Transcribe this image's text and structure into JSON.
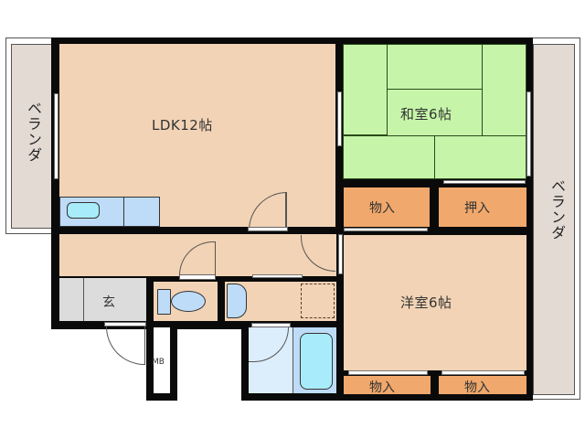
{
  "floorplan": {
    "rooms": {
      "ldk": {
        "label": "LDK12帖"
      },
      "washitsu": {
        "label": "和室6帖"
      },
      "youshitsu": {
        "label": "洋室6帖"
      },
      "storage_mono_upper": {
        "label": "物入"
      },
      "storage_oshiire": {
        "label": "押入"
      },
      "storage_mono_lower_left": {
        "label": "物入"
      },
      "storage_mono_lower_right": {
        "label": "物入"
      },
      "entrance": {
        "label": "玄"
      },
      "meter_box": {
        "label": "MB"
      },
      "veranda_left": {
        "label": "ベランダ"
      },
      "veranda_right": {
        "label": "ベランダ"
      }
    },
    "colors": {
      "wall": "#0a0a0a",
      "floor": "#f2d3b5",
      "tatami": "#c6f5aa",
      "storage": "#f0a86c",
      "veranda": "#e3dad4",
      "entrance": "#dcdcdc",
      "water": "#bedcf8"
    }
  }
}
